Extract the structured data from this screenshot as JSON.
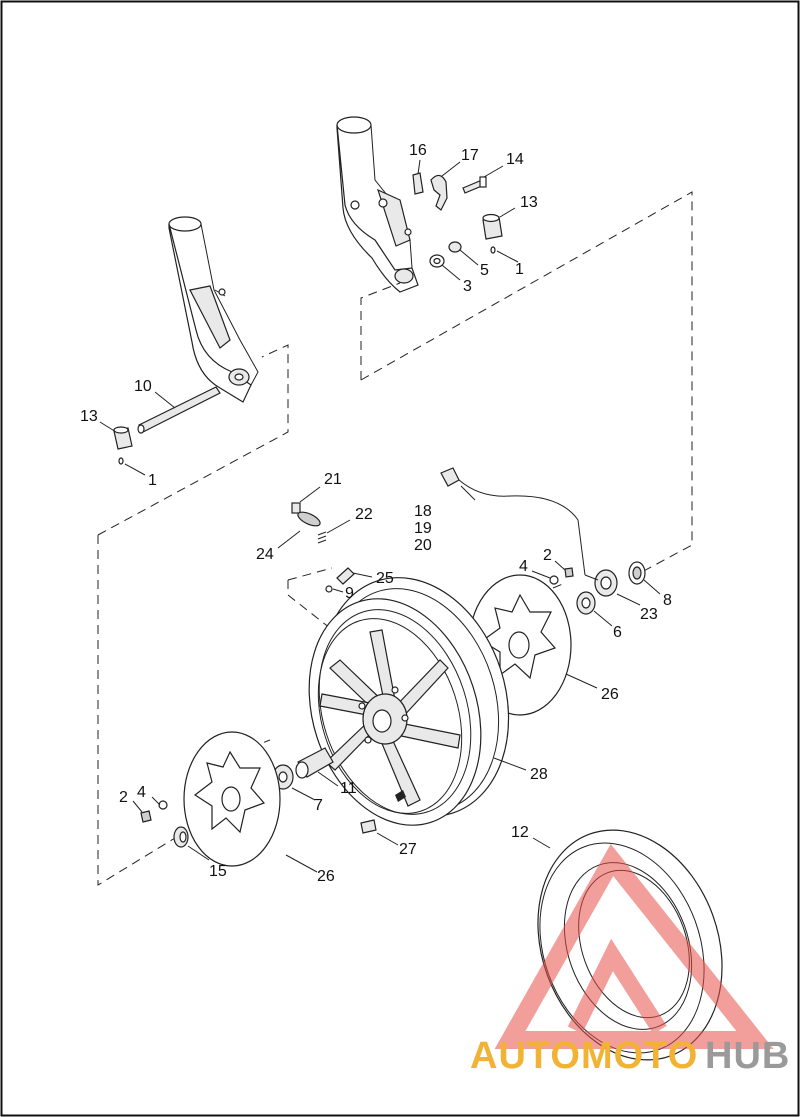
{
  "callouts": {
    "c1a": "1",
    "c1b": "1",
    "c2a": "2",
    "c2b": "2",
    "c3": "3",
    "c4a": "4",
    "c4b": "4",
    "c5": "5",
    "c6": "6",
    "c7": "7",
    "c8": "8",
    "c9": "9",
    "c10": "10",
    "c11": "11",
    "c12": "12",
    "c13a": "13",
    "c13b": "13",
    "c14": "14",
    "c15": "15",
    "c16": "16",
    "c17": "17",
    "c18": "18",
    "c19": "19",
    "c20": "20",
    "c21": "21",
    "c22": "22",
    "c23": "23",
    "c24": "24",
    "c25": "25",
    "c26a": "26",
    "c26b": "26",
    "c27": "27",
    "c28": "28"
  },
  "watermark": {
    "part1": "AUTOMOTO",
    "part2": "HUB",
    "logo_color": "#e8504a",
    "text_color_1": "#f2b233",
    "text_color_2": "#9a9a9a"
  }
}
